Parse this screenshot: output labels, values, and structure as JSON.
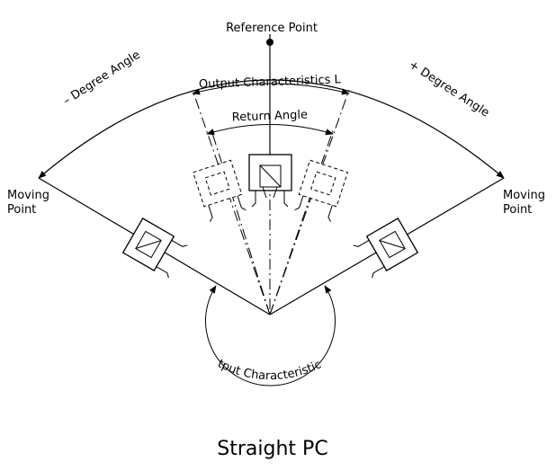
{
  "labels": {
    "reference_point": "Reference Point",
    "minus_degree_angle": "– Degree Angle",
    "plus_degree_angle": "+ Degree Angle",
    "output_characteristics_l": "Output Characteristics L",
    "return_angle": "Return Angle",
    "moving_point_left_line1": "Moving",
    "moving_point_left_line2": "Point",
    "moving_point_right_line1": "Moving",
    "moving_point_right_line2": "Point",
    "output_characteristics_h": "Output Characteristics H",
    "title": "Straight PC"
  }
}
